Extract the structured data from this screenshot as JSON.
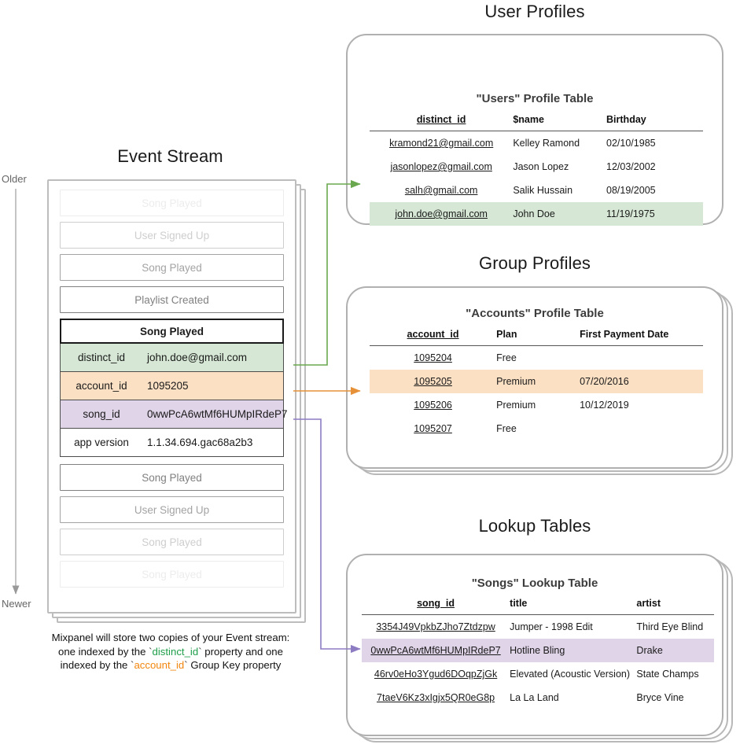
{
  "sections": {
    "event_stream": {
      "heading": "Event Stream",
      "axis": {
        "top_label": "Older",
        "bottom_label": "Newer"
      },
      "events": [
        {
          "label": "Song Played",
          "fade": "op-05"
        },
        {
          "label": "User Signed Up",
          "fade": "op-35"
        },
        {
          "label": "Song Played",
          "fade": "op-70"
        },
        {
          "label": "Playlist Created",
          "fade": "op-100"
        }
      ],
      "events_after": [
        {
          "label": "Song Played",
          "fade": "op-100"
        },
        {
          "label": "User Signed Up",
          "fade": "op-70"
        },
        {
          "label": "Song Played",
          "fade": "op-35"
        },
        {
          "label": "Song Played",
          "fade": "op-05"
        }
      ],
      "expanded_event": {
        "title": "Song Played",
        "properties": [
          {
            "key": "distinct_id",
            "value": "john.doe@gmail.com",
            "highlight": "green"
          },
          {
            "key": "account_id",
            "value": "1095205",
            "highlight": "orange"
          },
          {
            "key": "song_id",
            "value": "0wwPcA6wtMf6HUMpIRdeP7",
            "highlight": "purple"
          },
          {
            "key": "app version",
            "value": "1.1.34.694.gac68a2b3",
            "highlight": "none"
          }
        ]
      },
      "caption": {
        "line1": "Mixpanel will store two copies of your Event stream:",
        "line2_pre": "one indexed by the ",
        "line2_token": "distinct_id",
        "line2_post": " property and one",
        "line3_pre": "indexed by the ",
        "line3_token": "account_id",
        "line3_post": " Group Key property"
      }
    },
    "user_profiles": {
      "heading": "User Profiles",
      "table_title": "\"Users\" Profile Table",
      "columns": [
        "distinct_id",
        "$name",
        "Birthday"
      ],
      "rows": [
        {
          "cells": [
            "kramond21@gmail.com",
            "Kelley Ramond",
            "02/10/1985"
          ],
          "highlight": "none"
        },
        {
          "cells": [
            "jasonlopez@gmail.com",
            "Jason Lopez",
            "12/03/2002"
          ],
          "highlight": "none"
        },
        {
          "cells": [
            "salh@gmail.com",
            "Salik Hussain",
            "08/19/2005"
          ],
          "highlight": "none"
        },
        {
          "cells": [
            "john.doe@gmail.com",
            "John Doe",
            "11/19/1975"
          ],
          "highlight": "green"
        }
      ]
    },
    "group_profiles": {
      "heading": "Group Profiles",
      "table_title": "\"Accounts\" Profile Table",
      "columns": [
        "account_id",
        "Plan",
        "First Payment Date"
      ],
      "rows": [
        {
          "cells": [
            "1095204",
            "Free",
            ""
          ],
          "highlight": "none"
        },
        {
          "cells": [
            "1095205",
            "Premium",
            "07/20/2016"
          ],
          "highlight": "orange"
        },
        {
          "cells": [
            "1095206",
            "Premium",
            "10/12/2019"
          ],
          "highlight": "none"
        },
        {
          "cells": [
            "1095207",
            "Free",
            ""
          ],
          "highlight": "none"
        }
      ]
    },
    "lookup_tables": {
      "heading": "Lookup Tables",
      "table_title": "\"Songs\" Lookup Table",
      "columns": [
        "song_id",
        "title",
        "artist"
      ],
      "rows": [
        {
          "cells": [
            "3354J49VpkbZJho7Ztdzpw",
            "Jumper - 1998 Edit",
            "Third Eye Blind"
          ],
          "highlight": "none"
        },
        {
          "cells": [
            "0wwPcA6wtMf6HUMpIRdeP7",
            "Hotline Bling",
            "Drake"
          ],
          "highlight": "purple"
        },
        {
          "cells": [
            "46rv0eHo3Ygud6DOqpZjGk",
            "Elevated (Acoustic Version)",
            "State Champs"
          ],
          "highlight": "none"
        },
        {
          "cells": [
            "7taeV6Kz3xIgjx5QR0eG8p",
            "La La Land",
            "Bryce Vine"
          ],
          "highlight": "none"
        }
      ]
    }
  },
  "colors": {
    "green": "#d6e8d5",
    "orange": "#fce0c4",
    "purple": "#e0d4e8",
    "green_line": "#6aa84f",
    "orange_line": "#e69138",
    "purple_line": "#8e7cc3",
    "card_border": "#b0b0b0"
  }
}
